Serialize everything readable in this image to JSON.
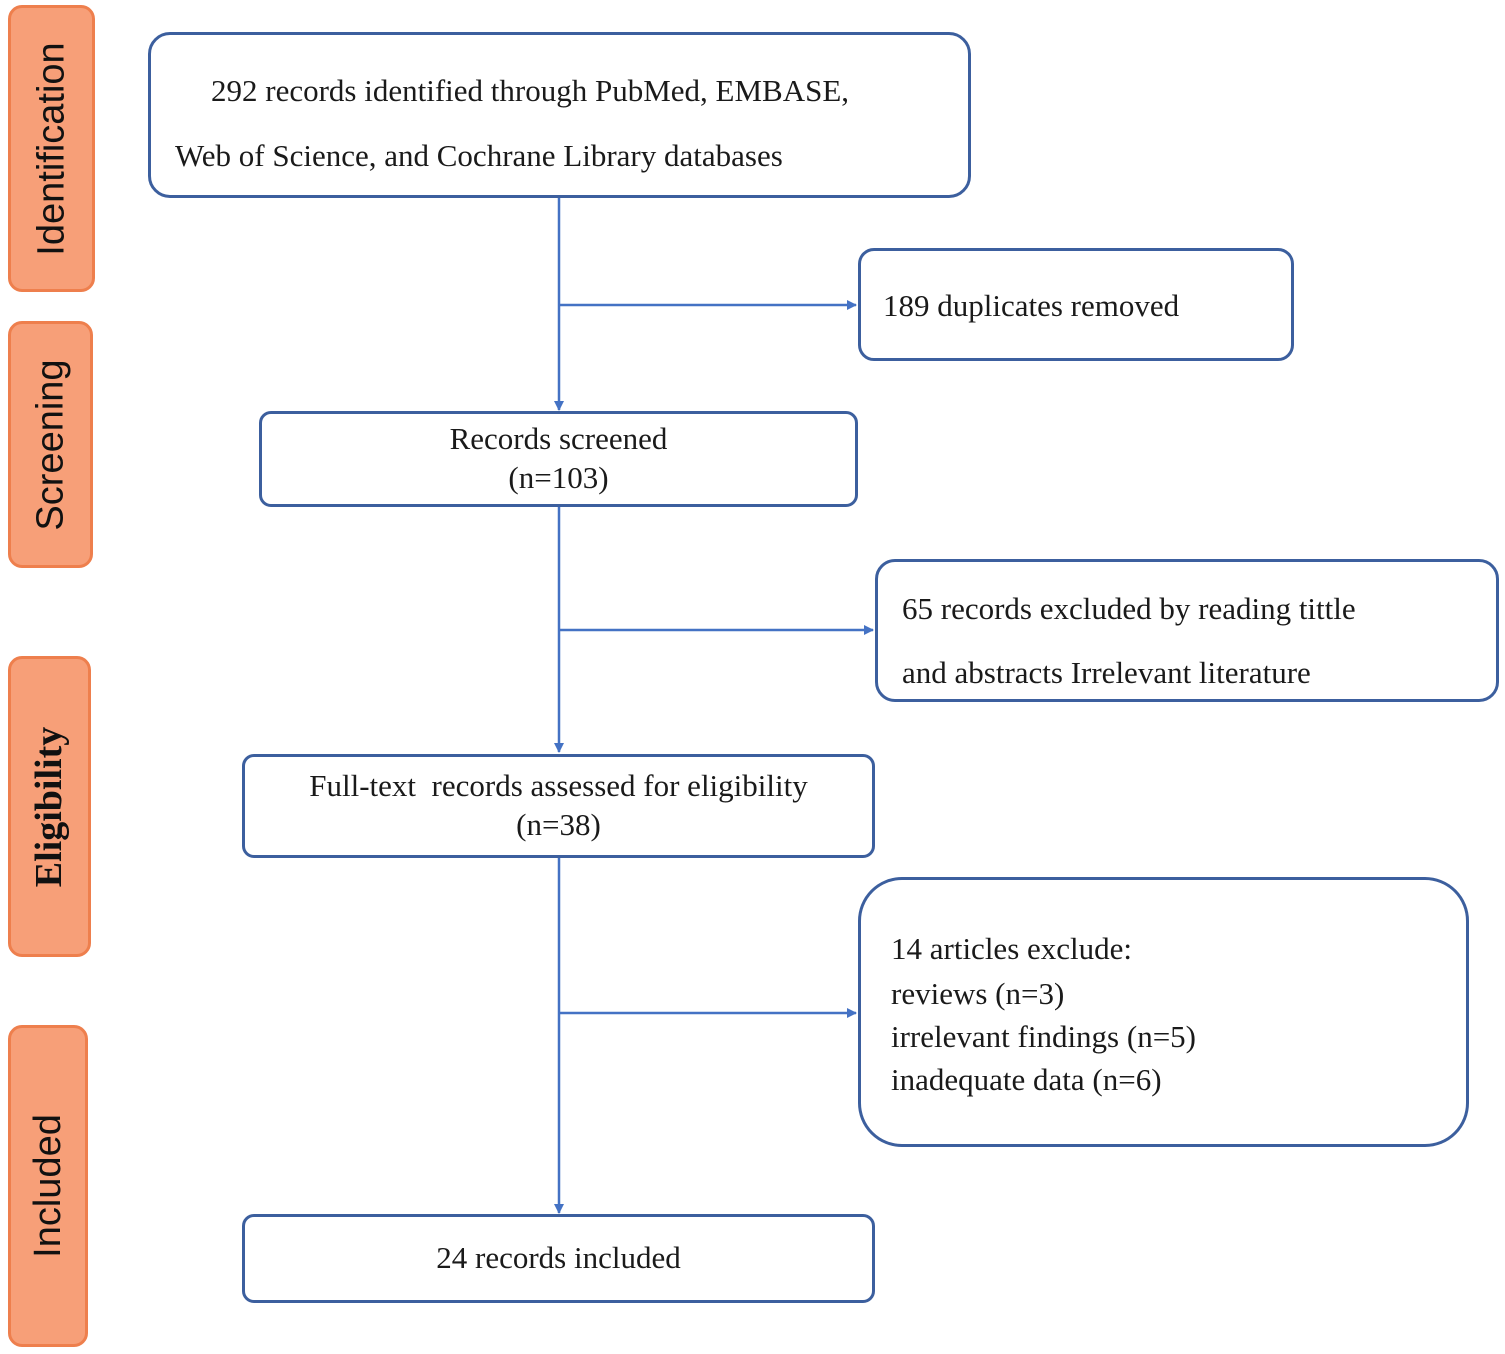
{
  "phases": {
    "identification": "Identification",
    "screening": "Screening",
    "eligibility": "Eligibility",
    "included": "Included"
  },
  "boxes": {
    "identified": {
      "line1": "292 records identified through PubMed, EMBASE,",
      "line2": "Web of Science, and Cochrane Library databases"
    },
    "duplicates": {
      "line1": "189 duplicates removed"
    },
    "screened": {
      "line1": "Records screened",
      "line2": "(n=103)"
    },
    "excluded_title": {
      "line1": "65 records excluded by reading tittle",
      "line2": "and abstracts Irrelevant literature"
    },
    "fulltext": {
      "line1": "Full-text  records assessed for eligibility",
      "line2": "(n=38)"
    },
    "excluded_articles": {
      "line1": "14 articles exclude:",
      "line2": "reviews (n=3)",
      "line3": "irrelevant findings (n=5)",
      "line4": "inadequate data (n=6)"
    },
    "included": {
      "line1": "24 records included"
    }
  },
  "colors": {
    "phase_fill": "#f79f78",
    "phase_border": "#ee7f4d",
    "box_border": "#3c5f9e",
    "arrow": "#4472c4"
  }
}
